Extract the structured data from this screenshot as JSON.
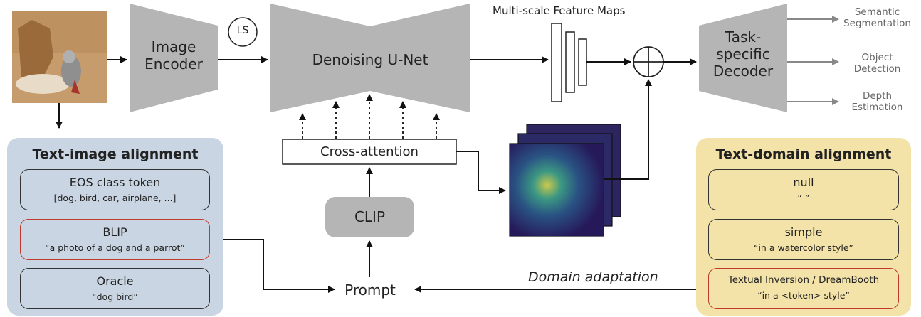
{
  "image_encoder": "Image\nEncoder",
  "ls": "LS",
  "unet": "Denoising U-Net",
  "feature_maps": "Multi-scale Feature Maps",
  "decoder": "Task-\nspecific\nDecoder",
  "outputs": [
    "Semantic\nSegmentation",
    "Object\nDetection",
    "Depth\nEstimation"
  ],
  "cross_attention": "Cross-attention",
  "clip": "CLIP",
  "prompt": "Prompt",
  "domain_adaptation": "Domain adaptation",
  "text_image_alignment": {
    "title": "Text-image alignment",
    "items": [
      {
        "main": "EOS class token",
        "sub": "[dog, bird, car, airplane, ...]"
      },
      {
        "main": "BLIP",
        "sub": "“a photo of a dog and a parrot”"
      },
      {
        "main": "Oracle",
        "sub": "“dog bird”"
      }
    ]
  },
  "text_domain_alignment": {
    "title": "Text-domain alignment",
    "items": [
      {
        "main": "null",
        "sub": "“ ”"
      },
      {
        "main": "simple",
        "sub": "“in a watercolor style”"
      },
      {
        "main": "Textual Inversion / DreamBooth",
        "sub": "“in a <token> style”"
      }
    ]
  },
  "colors": {
    "gray_block": "#b5b5b5",
    "blue_panel": "#c9d5e2",
    "yellow_panel": "#f4e3a9",
    "red_border": "#c0392b"
  }
}
